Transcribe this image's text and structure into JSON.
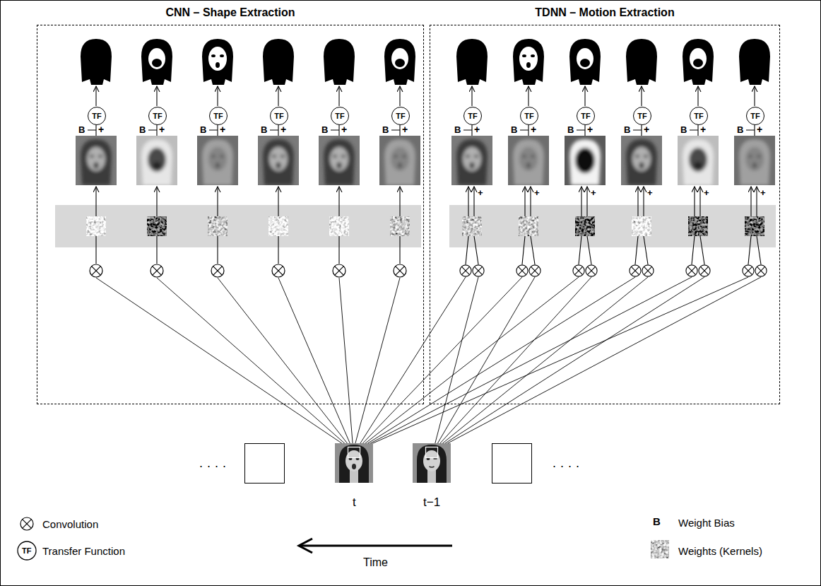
{
  "diagram": {
    "nodes": [
      {
        "text": [
          "CNN – Shape Extraction"
        ]
      },
      {
        "text": [
          "TF"
        ],
        "in": 0
      },
      {
        "text": [
          "TF"
        ],
        "in": 0
      },
      {
        "text": [
          "TF"
        ],
        "in": 0
      },
      {
        "text": [
          "TF"
        ],
        "in": 0
      },
      {
        "text": [
          "TF"
        ],
        "in": 0
      },
      {
        "text": [
          "TF"
        ],
        "in": 0
      },
      {
        "text": [
          "TDNN – Motion Extraction"
        ]
      },
      {
        "text": [
          "TF"
        ],
        "in": 7
      },
      {
        "text": [
          "TF"
        ],
        "in": 7
      },
      {
        "text": [
          "TF"
        ],
        "in": 7
      },
      {
        "text": [
          "TF"
        ],
        "in": 7
      },
      {
        "text": [
          "TF"
        ],
        "in": 7
      },
      {
        "text": [
          "TF"
        ],
        "in": 7
      }
    ],
    "labels": [
      "B",
      "B",
      "B",
      "B",
      "B",
      "B",
      "+",
      "+",
      "+",
      "+",
      "+",
      "+",
      "B",
      "B",
      "B",
      "B",
      "B",
      "B",
      "+",
      "+",
      "+",
      "+",
      "+",
      "+",
      "+",
      "+",
      "+",
      "+",
      "+",
      "+",
      "....",
      "....",
      "t",
      "t−1",
      "Time",
      "TF",
      "B"
    ],
    "legend": [
      {
        "text": "Convolution"
      },
      {
        "text": "Transfer Function"
      },
      {
        "text": "Weight Bias"
      },
      {
        "text": "Weights (Kernels)"
      }
    ]
  }
}
